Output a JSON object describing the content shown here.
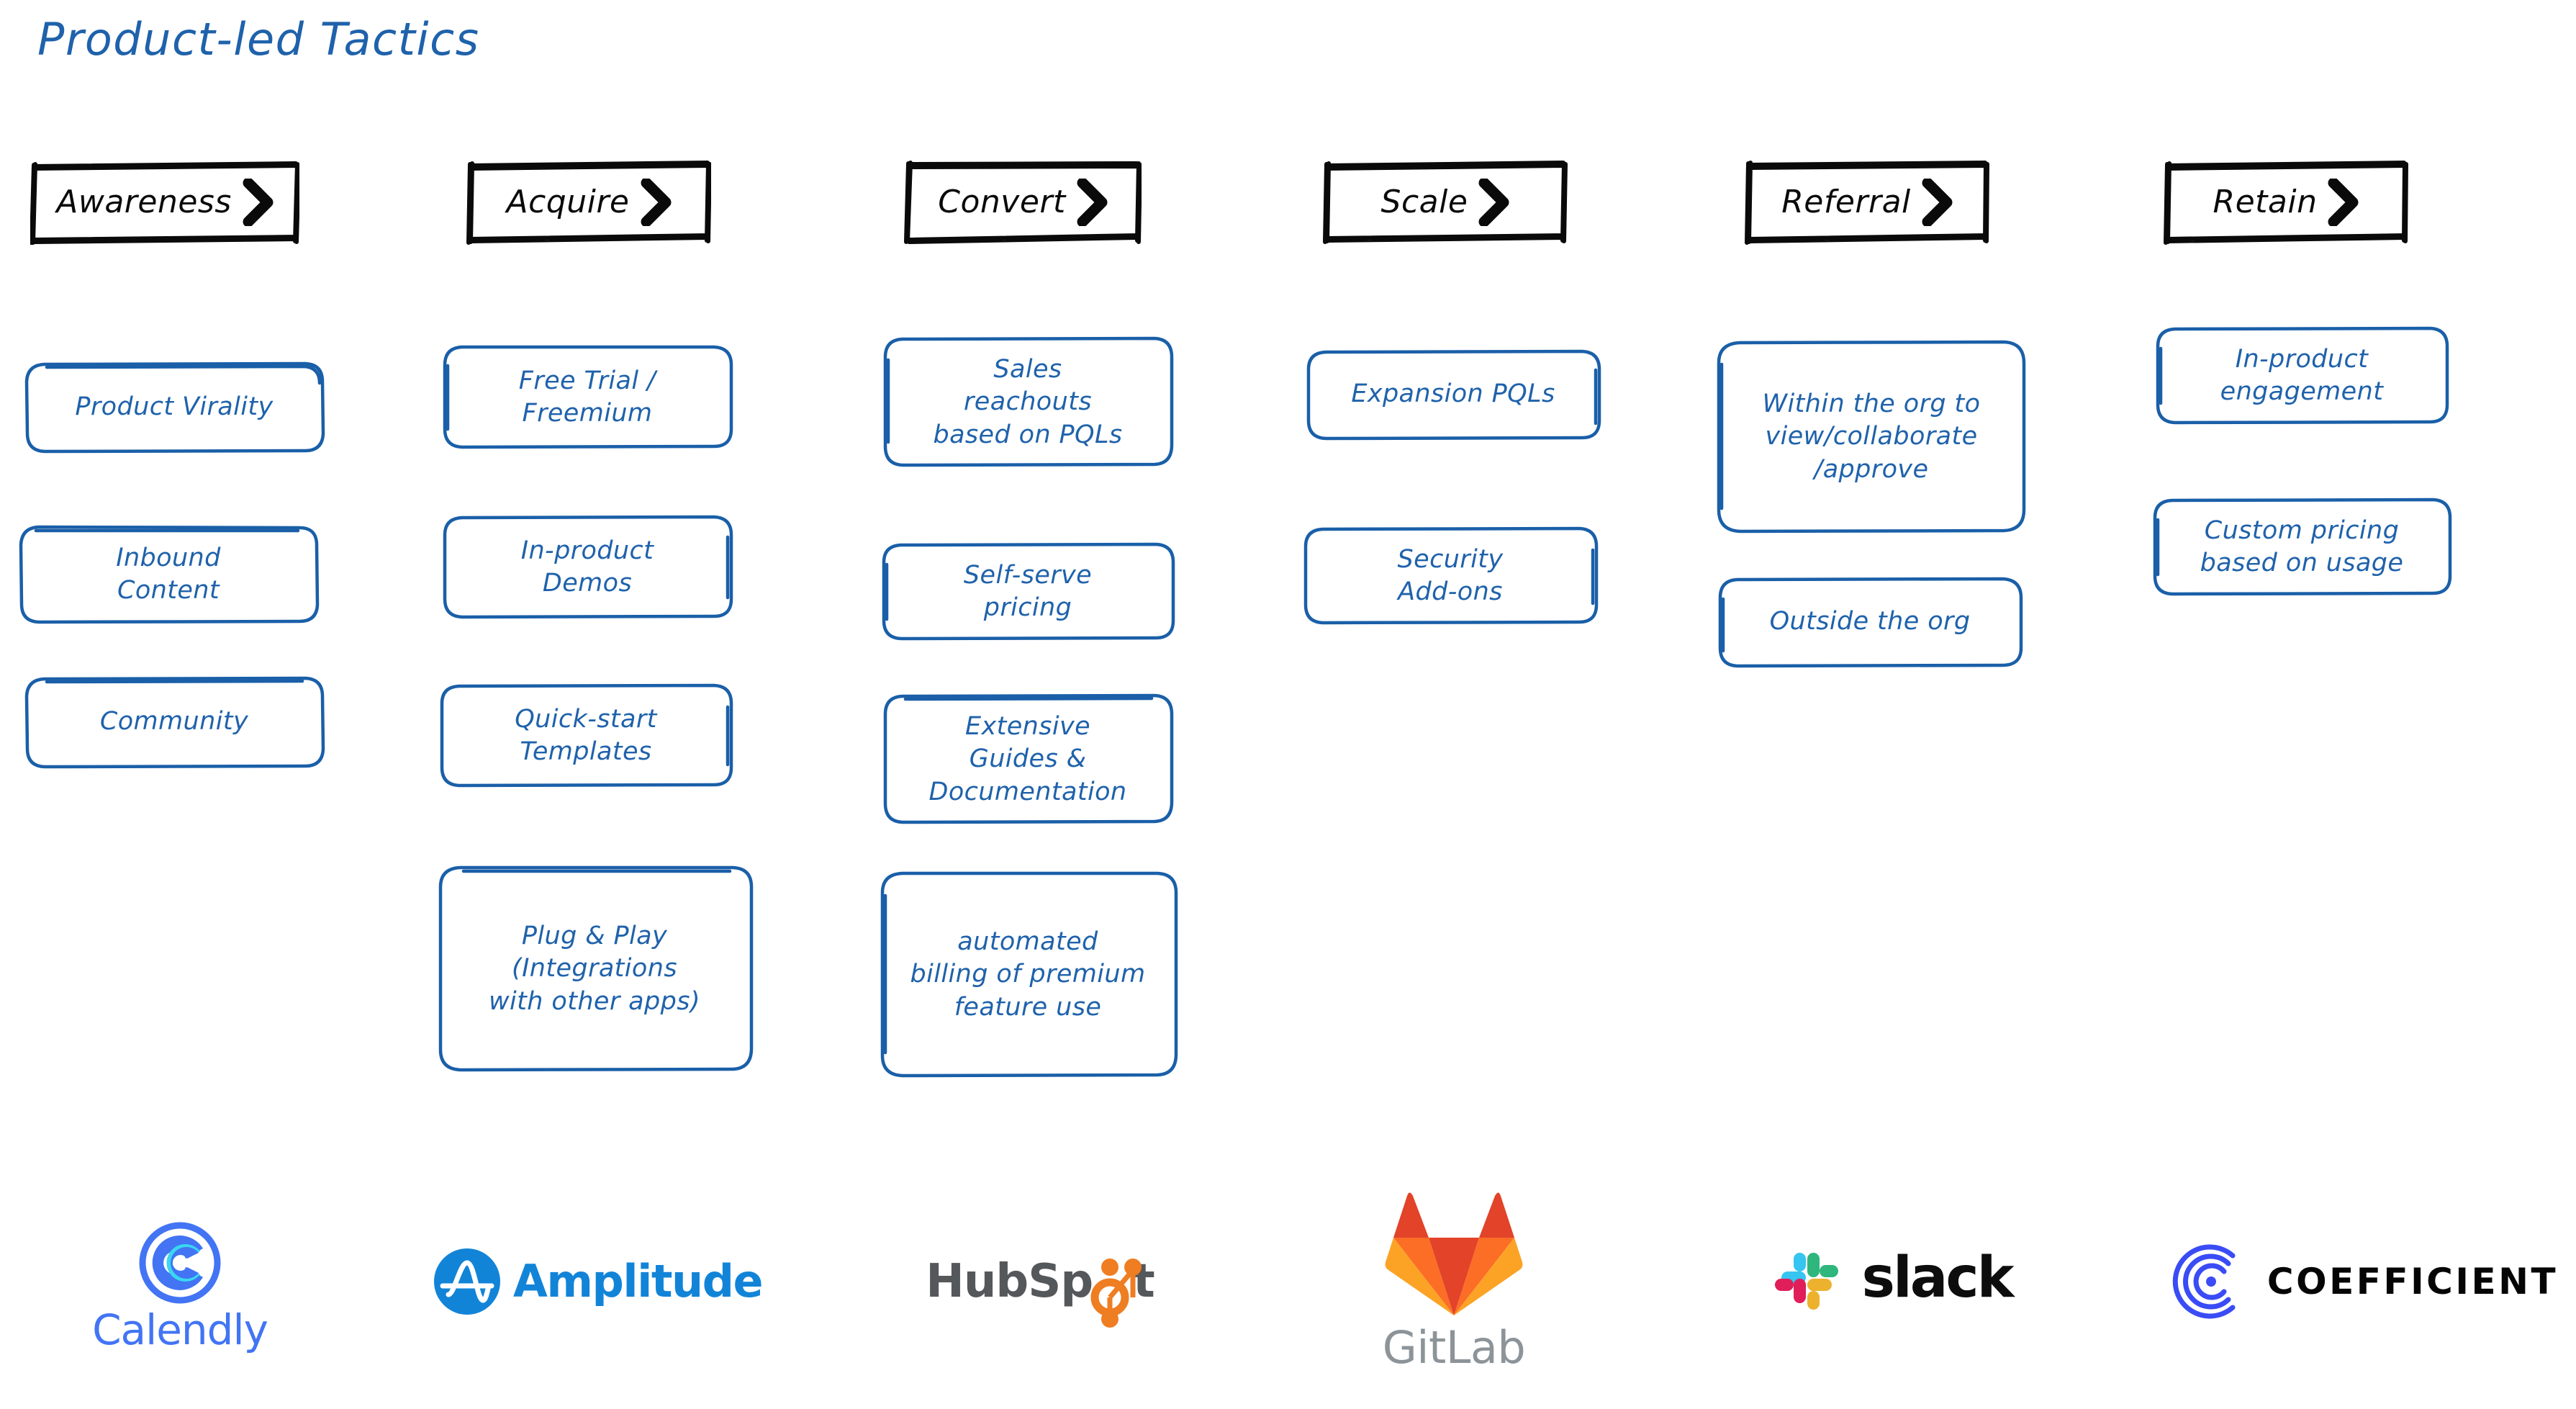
{
  "title": "Product-led Tactics",
  "accent_blue": "#1f62ab",
  "header_black": "#0a0a0a",
  "columns": [
    {
      "stage": "Awareness",
      "chevron": "chevron-right-icon",
      "cards": [
        {
          "text": "Product Virality"
        },
        {
          "text": "Inbound\nContent"
        },
        {
          "text": "Community"
        }
      ],
      "logo": {
        "name": "calendly-logo",
        "wordmark": "Calendly",
        "icon": "calendly-c-icon",
        "colors": {
          "primary": "#4274f4",
          "accent": "#3ad7f0"
        }
      }
    },
    {
      "stage": "Acquire",
      "chevron": "chevron-right-icon",
      "cards": [
        {
          "text": "Free Trial /\nFreemium"
        },
        {
          "text": "In-product\nDemos"
        },
        {
          "text": "Quick-start\nTemplates"
        },
        {
          "text": "Plug & Play\n(Integrations\nwith other apps)"
        }
      ],
      "logo": {
        "name": "amplitude-logo",
        "wordmark": "Amplitude",
        "icon": "amplitude-wave-icon",
        "colors": {
          "primary": "#1284d8"
        }
      }
    },
    {
      "stage": "Convert",
      "chevron": "chevron-right-icon",
      "cards": [
        {
          "text": "Sales\nreachouts\nbased on PQLs"
        },
        {
          "text": "Self-serve\npricing"
        },
        {
          "text": "Extensive\nGuides &\nDocumentation"
        },
        {
          "text": "automated\nbilling of premium\nfeature use"
        }
      ],
      "logo": {
        "name": "hubspot-logo",
        "wordmark_before": "HubSp",
        "wordmark_after": "t",
        "icon": "hubspot-sprocket-icon",
        "colors": {
          "primary": "#55585a",
          "accent": "#ef7d22"
        }
      }
    },
    {
      "stage": "Scale",
      "chevron": "chevron-right-icon",
      "cards": [
        {
          "text": "Expansion PQLs"
        },
        {
          "text": "Security\nAdd-ons"
        }
      ],
      "logo": {
        "name": "gitlab-logo",
        "wordmark": "GitLab",
        "icon": "gitlab-tanuki-icon",
        "colors": {
          "primary": "#8d9499",
          "accent": "#e24329",
          "accent2": "#fc6d26",
          "accent3": "#fca326"
        }
      }
    },
    {
      "stage": "Referral",
      "chevron": "chevron-right-icon",
      "cards": [
        {
          "text": "Within the org to\nview/collaborate\n/approve"
        },
        {
          "text": "Outside the org"
        }
      ],
      "logo": {
        "name": "slack-logo",
        "wordmark": "slack",
        "icon": "slack-pinwheel-icon",
        "colors": {
          "blue": "#36c5f0",
          "green": "#2eb67d",
          "red": "#e01e5a",
          "yellow": "#ecb22e",
          "text": "#0d0d0d"
        }
      }
    },
    {
      "stage": "Retain",
      "chevron": "chevron-right-icon",
      "cards": [
        {
          "text": "In-product\nengagement"
        },
        {
          "text": "Custom pricing\nbased on usage"
        }
      ],
      "logo": {
        "name": "coefficient-logo",
        "wordmark": "COEFFICIENT",
        "icon": "coefficient-rings-icon",
        "colors": {
          "primary": "#3a4cf5",
          "text": "#050505"
        }
      }
    }
  ]
}
